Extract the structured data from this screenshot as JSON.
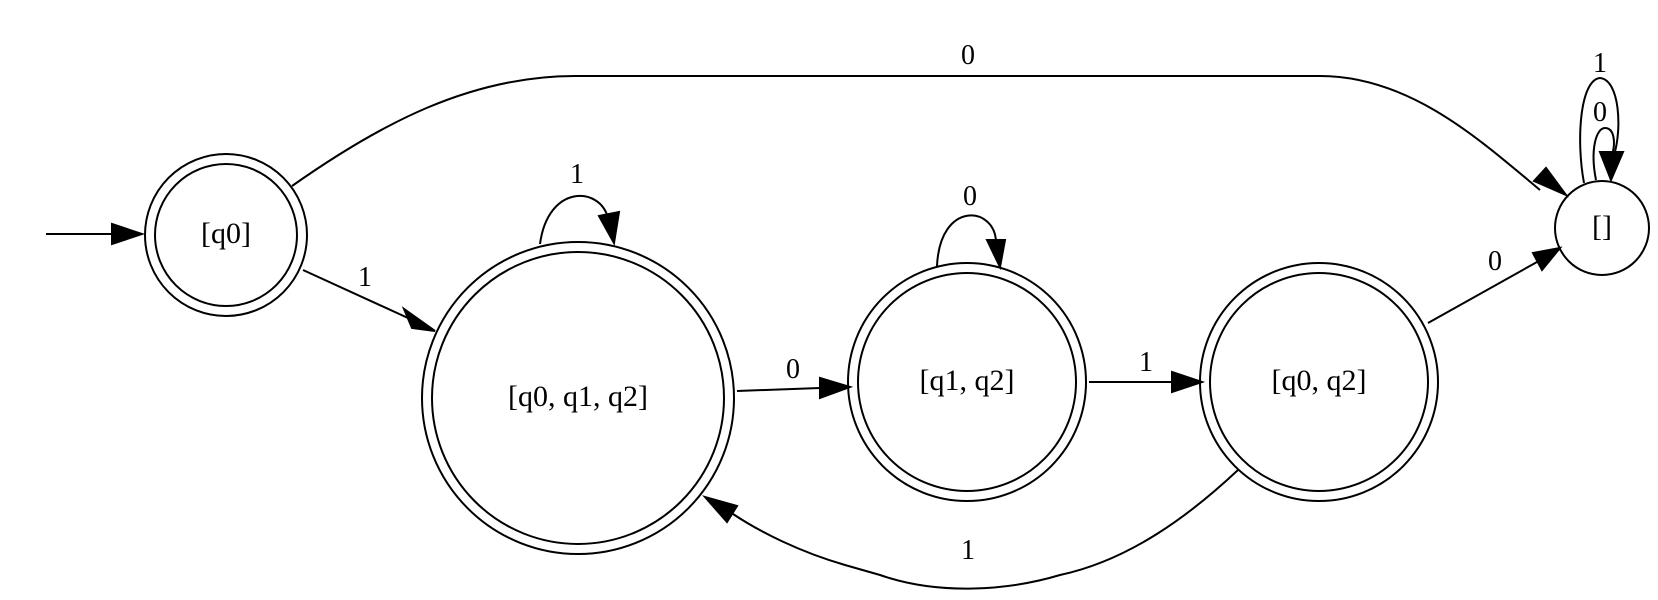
{
  "diagram": {
    "states": [
      {
        "id": "s0",
        "label": "[q0]",
        "accepting": true,
        "initial": true
      },
      {
        "id": "s1",
        "label": "[q0, q1, q2]",
        "accepting": true,
        "initial": false
      },
      {
        "id": "s2",
        "label": "[q1, q2]",
        "accepting": true,
        "initial": false
      },
      {
        "id": "s3",
        "label": "[q0, q2]",
        "accepting": true,
        "initial": false
      },
      {
        "id": "s4",
        "label": "[]",
        "accepting": false,
        "initial": false
      }
    ],
    "transitions": [
      {
        "from": "s0",
        "to": "s4",
        "symbol": "0"
      },
      {
        "from": "s0",
        "to": "s1",
        "symbol": "1"
      },
      {
        "from": "s1",
        "to": "s1",
        "symbol": "1"
      },
      {
        "from": "s1",
        "to": "s2",
        "symbol": "0"
      },
      {
        "from": "s2",
        "to": "s2",
        "symbol": "0"
      },
      {
        "from": "s2",
        "to": "s3",
        "symbol": "1"
      },
      {
        "from": "s3",
        "to": "s4",
        "symbol": "0"
      },
      {
        "from": "s3",
        "to": "s1",
        "symbol": "1"
      },
      {
        "from": "s4",
        "to": "s4",
        "symbol": "1"
      },
      {
        "from": "s4",
        "to": "s4",
        "symbol": "0"
      }
    ]
  }
}
